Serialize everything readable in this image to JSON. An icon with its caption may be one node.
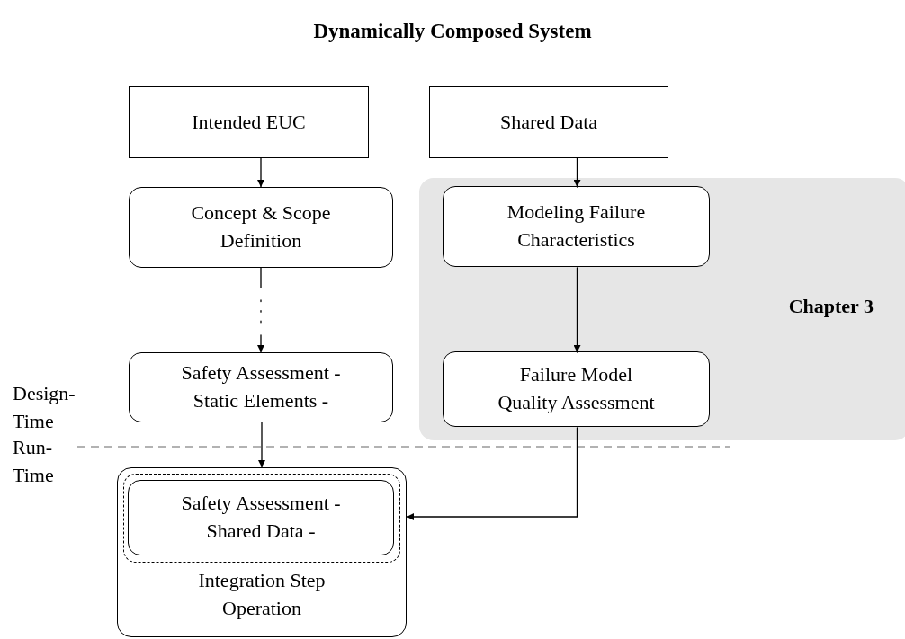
{
  "diagram": {
    "title": "Dynamically Composed System",
    "nodes": [
      {
        "text": [
          "Intended EUC"
        ]
      },
      {
        "text": [
          "Shared Data"
        ]
      },
      {
        "text": [
          "Concept & Scope Definition"
        ]
      },
      {
        "text": [
          "Chapter 3"
        ]
      },
      {
        "text": [
          "Modeling Failure Characteristics"
        ],
        "in": 3
      },
      {
        "text": [
          "Safety Assessment - Static Elements -"
        ]
      },
      {
        "text": [
          "Failure Model Quality Assessment"
        ],
        "in": 3
      },
      {
        "text": [
          "Integration Step Operation"
        ]
      },
      {
        "text": [],
        "shape": "box",
        "in": 7
      },
      {
        "text": [
          "Safety Assessment - Shared Data -"
        ],
        "in": 8
      }
    ],
    "edges": [
      {
        "from": 0,
        "to": 2,
        "arrow": "to"
      },
      {
        "from": 1,
        "to": 4,
        "arrow": "to"
      },
      {
        "from": 2,
        "to": 5,
        "arrow": "to",
        "style": "dashed"
      },
      {
        "from": 4,
        "to": 6,
        "arrow": "to"
      },
      {
        "from": 5,
        "to": 7,
        "arrow": "to"
      },
      {
        "from": 6,
        "to": 7,
        "arrow": "to"
      }
    ],
    "labels": [
      "Design-Time",
      "Run-Time"
    ]
  }
}
